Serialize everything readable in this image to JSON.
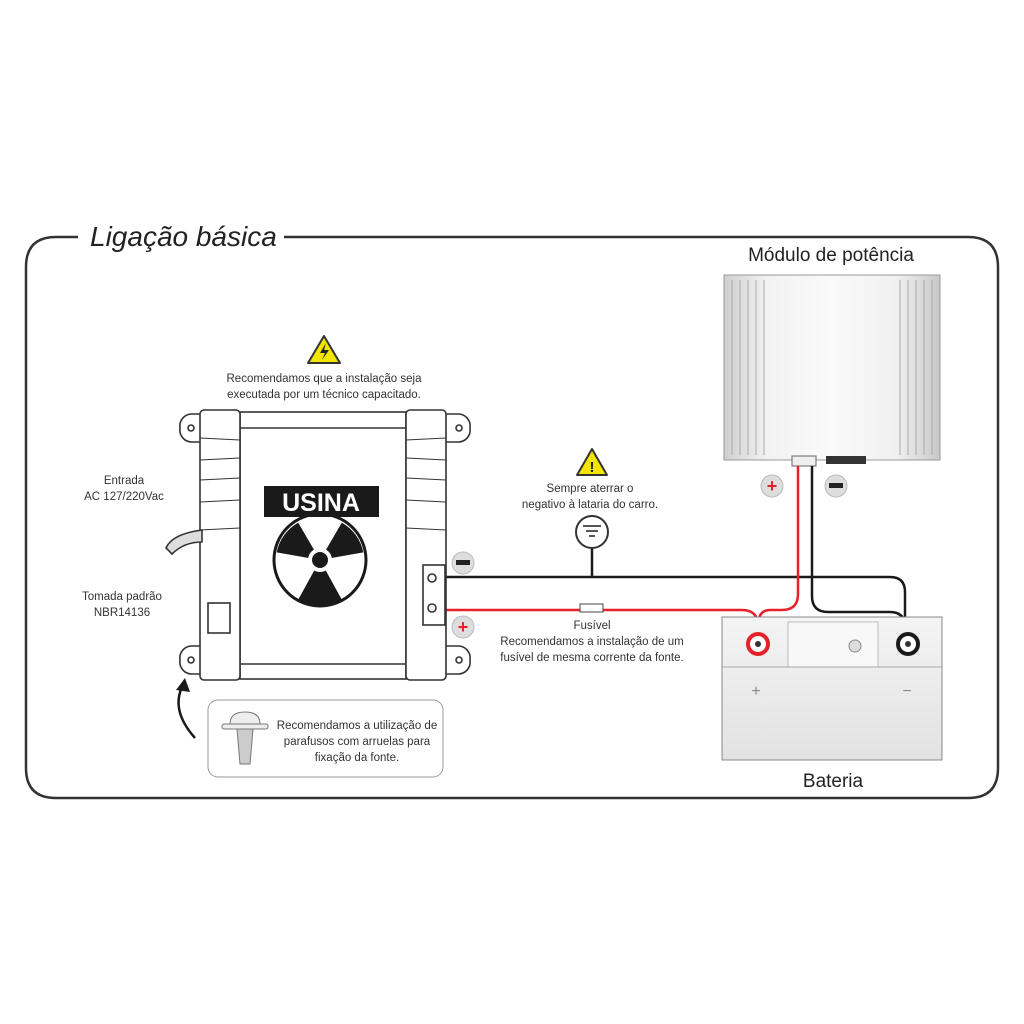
{
  "title": "Ligação básica",
  "amplifier": {
    "label": "Módulo de potência"
  },
  "battery": {
    "label": "Bateria",
    "plus": "+",
    "minus": "−"
  },
  "power_supply": {
    "brand": "USINA",
    "warning": [
      "Recomendamos que a instalação seja",
      "executada por um técnico capacitado."
    ],
    "input_label": [
      "Entrada",
      "AC 127/220Vac"
    ],
    "plug_label": [
      "Tomada padrão",
      "NBR14136"
    ]
  },
  "ground_note": [
    "Sempre aterrar o",
    "negativo à lataria do carro."
  ],
  "fuse_note": {
    "title": "Fusível",
    "lines": [
      "Recomendamos a instalação de um",
      "fusível de mesma corrente da fonte."
    ]
  },
  "screw_note": [
    "Recomendamos a utilização de",
    "parafusos com arruelas para",
    "fixação da fonte."
  ],
  "colors": {
    "positive": "#e8202a",
    "negative": "#1a1a1a",
    "warning": "#f2e600",
    "frame": "#333333"
  }
}
